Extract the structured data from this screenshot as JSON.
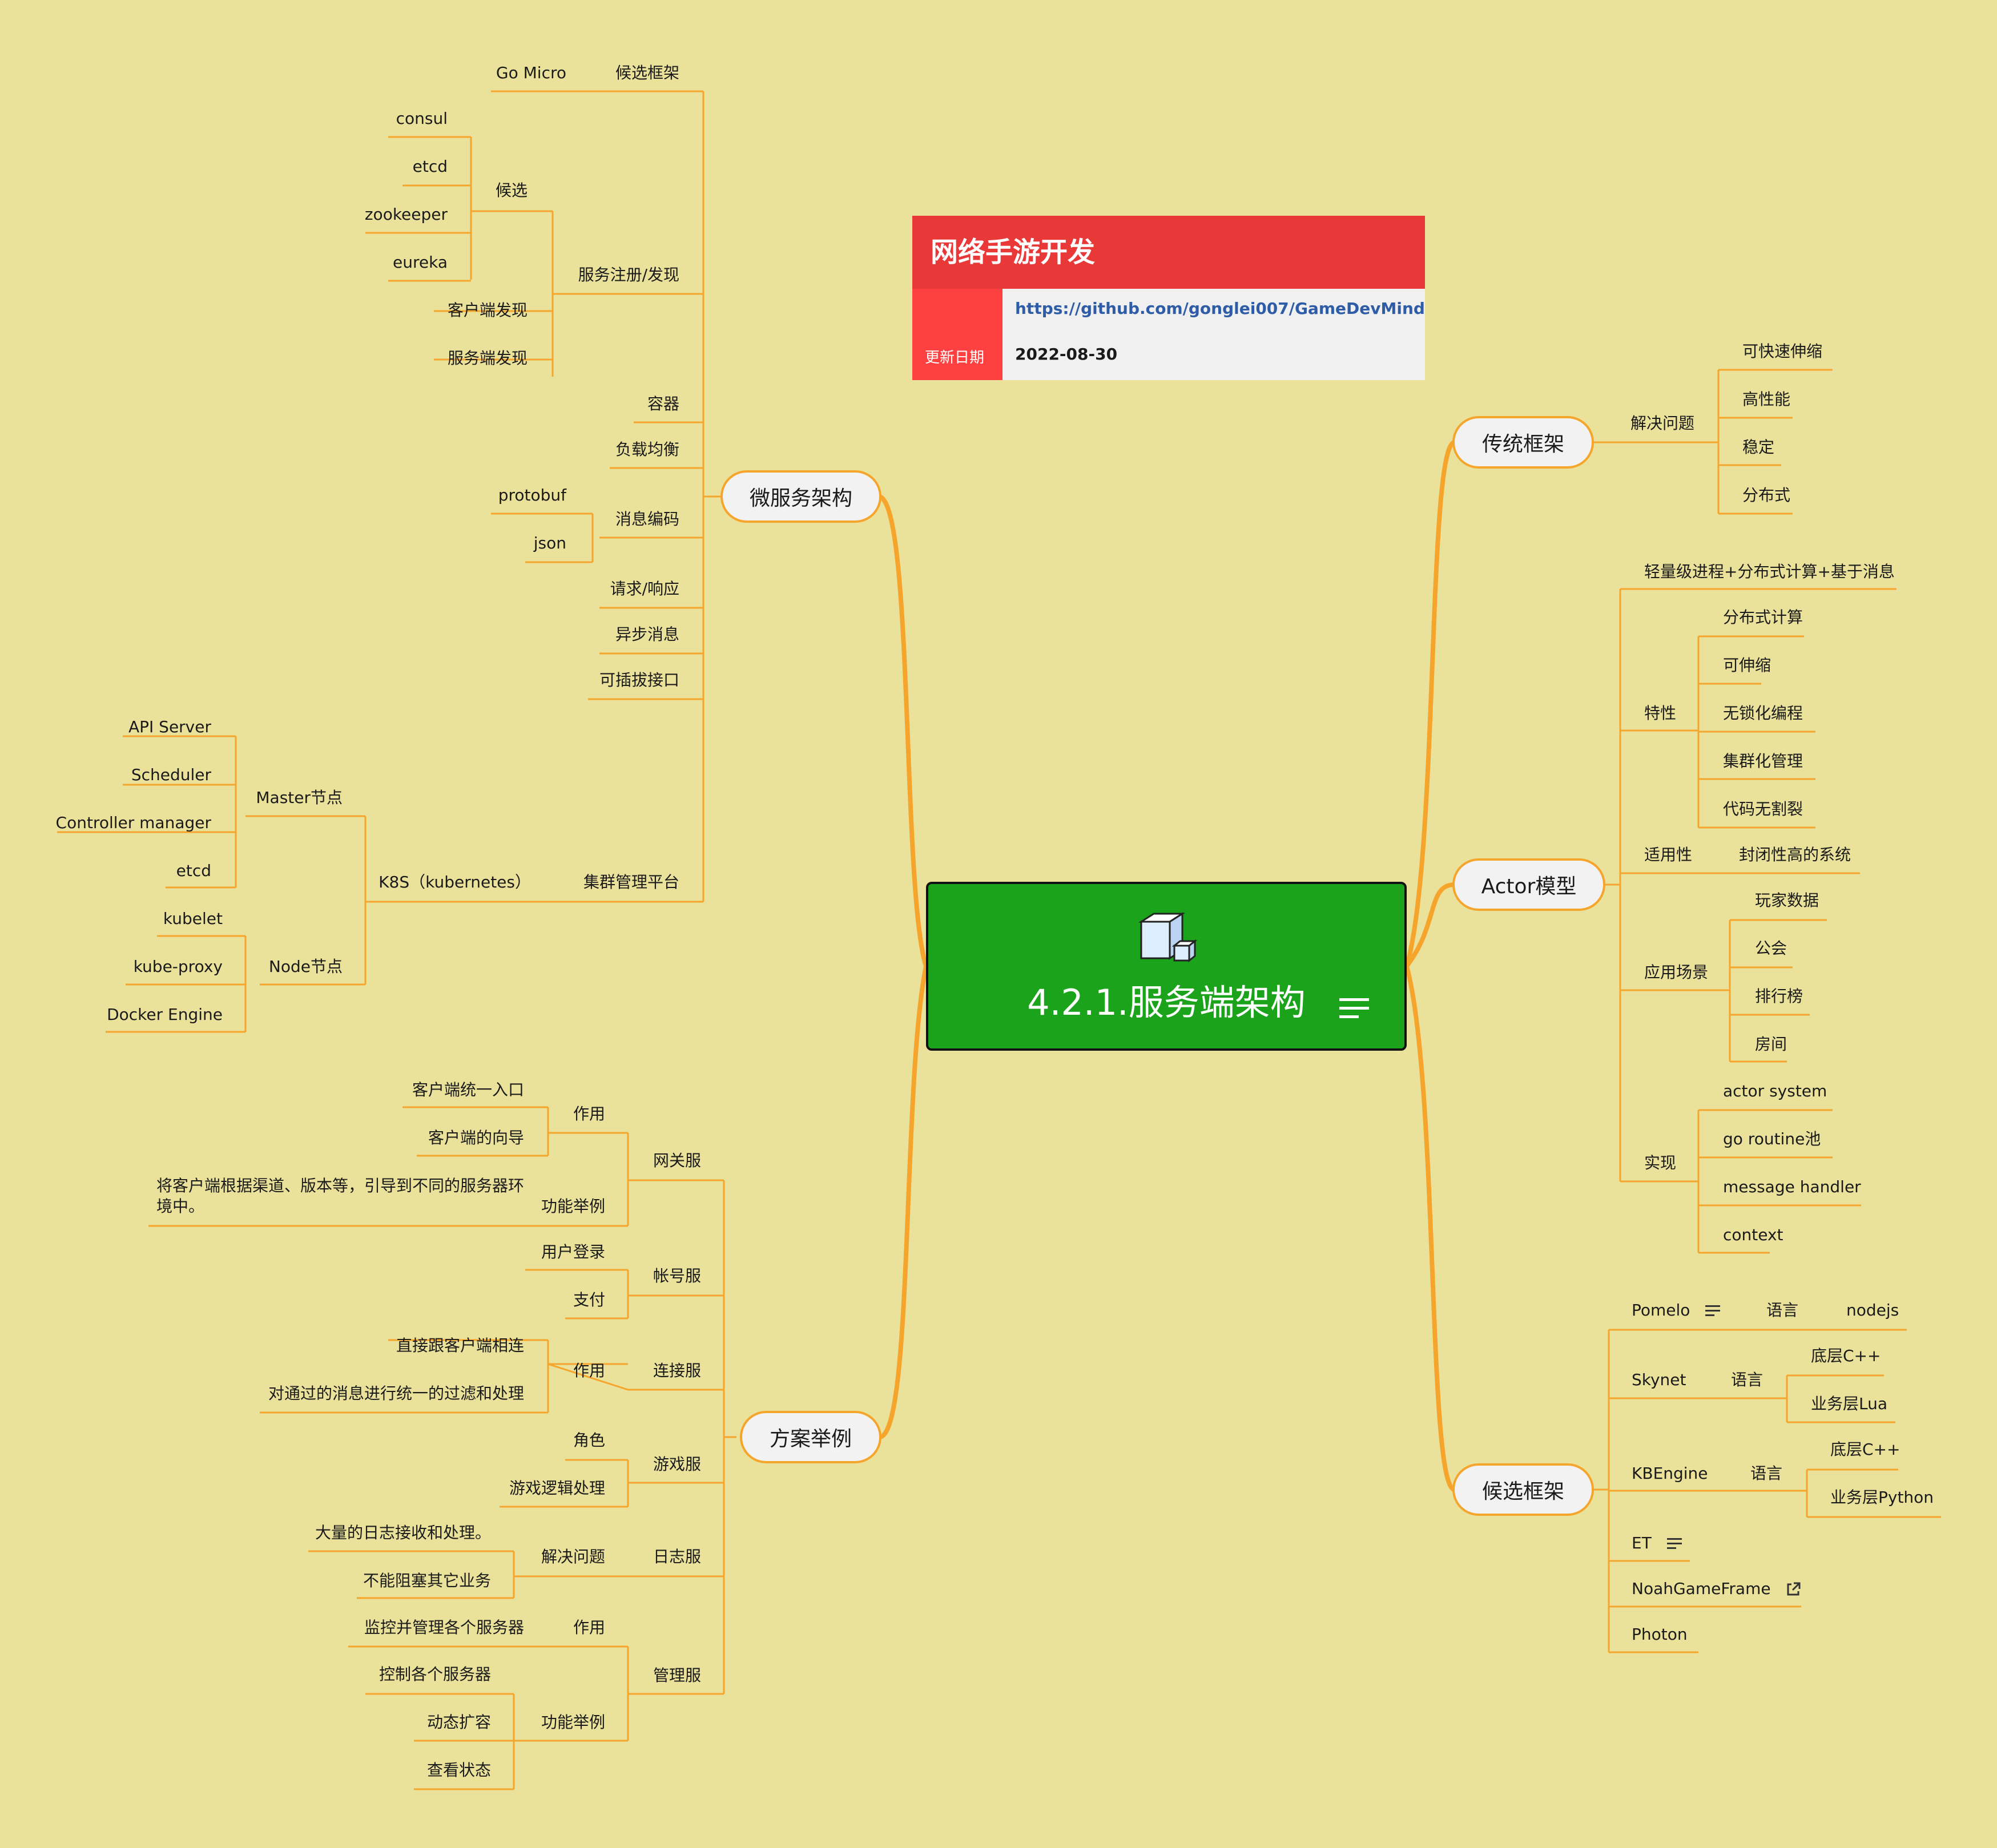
{
  "info": {
    "title": "网络手游开发",
    "url": "https://github.com/gonglei007/GameDevMind",
    "date_label": "更新日期",
    "date": "2022-08-30"
  },
  "root": {
    "title": "4.2.1.服务端架构"
  },
  "branches": {
    "micro": "微服务架构",
    "scheme": "方案举例",
    "traditional": "传统框架",
    "actor": "Actor模型",
    "candidates": "候选框架"
  },
  "micro": {
    "candidate_framework": "候选框架",
    "go_micro": "Go Micro",
    "registry": "服务注册/发现",
    "candidates": "候选",
    "consul": "consul",
    "etcd": "etcd",
    "zookeeper": "zookeeper",
    "eureka": "eureka",
    "client_discovery": "客户端发现",
    "server_discovery": "服务端发现",
    "container": "容器",
    "load_balance": "负载均衡",
    "encoding": "消息编码",
    "protobuf": "protobuf",
    "json": "json",
    "req_resp": "请求/响应",
    "async_msg": "异步消息",
    "pluggable": "可插拔接口",
    "cluster": "集群管理平台",
    "k8s": "K8S（kubernetes）",
    "master": "Master节点",
    "api_server": "API Server",
    "scheduler": "Scheduler",
    "controller": "Controller manager",
    "etcd2": "etcd",
    "node": "Node节点",
    "kubelet": "kubelet",
    "kube_proxy": "kube-proxy",
    "docker": "Docker Engine"
  },
  "scheme": {
    "gateway": "网关服",
    "gw_role": "作用",
    "gw_entry": "客户端统一入口",
    "gw_guide": "客户端的向导",
    "gw_example": "功能举例",
    "gw_example_text": "将客户端根据渠道、版本等，引导到不同的服务器环境中。",
    "account": "帐号服",
    "login": "用户登录",
    "pay": "支付",
    "connect": "连接服",
    "conn_role": "作用",
    "conn_direct": "直接跟客户端相连",
    "conn_filter": "对通过的消息进行统一的过滤和处理",
    "game": "游戏服",
    "role_char": "角色",
    "game_logic": "游戏逻辑处理",
    "log": "日志服",
    "log_solve": "解决问题",
    "log_big": "大量的日志接收和处理。",
    "log_noblock": "不能阻塞其它业务",
    "manage": "管理服",
    "mgr_role": "作用",
    "mgr_monitor": "监控并管理各个服务器",
    "mgr_example": "功能举例",
    "mgr_control": "控制各个服务器",
    "mgr_scale": "动态扩容",
    "mgr_status": "查看状态"
  },
  "traditional": {
    "solve": "解决问题",
    "scale": "可快速伸缩",
    "perf": "高性能",
    "stable": "稳定",
    "dist": "分布式"
  },
  "actor": {
    "summary": "轻量级进程+分布式计算+基于消息",
    "features": "特性",
    "f_dist": "分布式计算",
    "f_scale": "可伸缩",
    "f_lockfree": "无锁化编程",
    "f_cluster": "集群化管理",
    "f_seamless": "代码无割裂",
    "applicable": "适用性",
    "closed": "封闭性高的系统",
    "scenes": "应用场景",
    "s_player": "玩家数据",
    "s_guild": "公会",
    "s_rank": "排行榜",
    "s_room": "房间",
    "impl": "实现",
    "i_system": "actor system",
    "i_pool": "go routine池",
    "i_handler": "message handler",
    "i_context": "context"
  },
  "candidates": {
    "pomelo": "Pomelo",
    "pomelo_lang": "语言",
    "nodejs": "nodejs",
    "skynet": "Skynet",
    "skynet_lang": "语言",
    "sk_cpp": "底层C++",
    "sk_lua": "业务层Lua",
    "kbengine": "KBEngine",
    "kb_lang": "语言",
    "kb_cpp": "底层C++",
    "kb_python": "业务层Python",
    "et": "ET",
    "noah": "NoahGameFrame",
    "photon": "Photon"
  },
  "colors": {
    "background": "#EAE19A",
    "line": "#F6A52C",
    "root": "#1BA41B",
    "title_bar": "#E93838",
    "date_bar": "#FF4040",
    "url": "#2E5CA6"
  }
}
